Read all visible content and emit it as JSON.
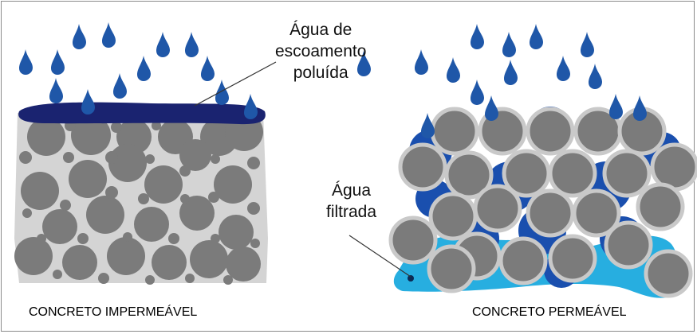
{
  "labels": {
    "runoff": [
      "Água de",
      "escoamento",
      "poluída"
    ],
    "filtered": [
      "Água",
      "filtrada"
    ]
  },
  "captions": {
    "left": "CONCRETO IMPERMEÁVEL",
    "right": "CONCRETO PERMEÁVEL"
  },
  "colors": {
    "drop": "#1f57a8",
    "runoff_layer": "#1a2370",
    "stone": "#7b7b7b",
    "stone_rim": "#c9c9c9",
    "matrix": "#d4d4d4",
    "pore_water": "#1a4fae",
    "filtered_water": "#27aee0",
    "frame": "#8a8a8a"
  }
}
